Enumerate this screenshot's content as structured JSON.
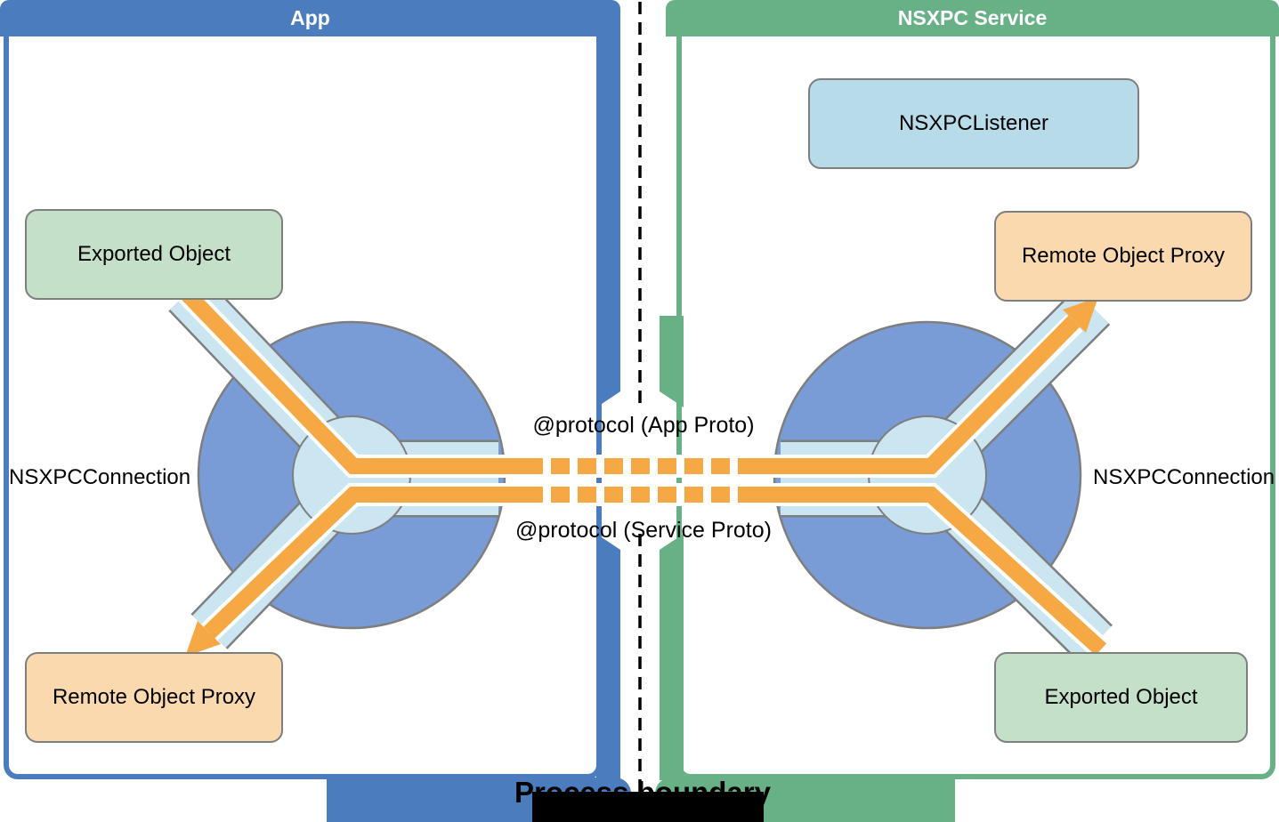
{
  "colors": {
    "app-blue": "#4A7CBE",
    "service-green": "#68B187",
    "circle-blue": "#7A9CD6",
    "channel-blue": "#CBE6F0",
    "orange": "#F5A843",
    "box-green": "#C4E0C9",
    "box-peach": "#FAD9AF",
    "box-blue": "#B7DBE9",
    "outline-gray": "#7E7E7E",
    "ink": "#000000"
  },
  "app": {
    "title": "App",
    "exported_object": "Exported Object",
    "remote_object_proxy": "Remote Object Proxy",
    "connection_label": "NSXPCConnection"
  },
  "service": {
    "title": "NSXPC Service",
    "listener": "NSXPCListener",
    "remote_object_proxy": "Remote Object Proxy",
    "exported_object": "Exported Object",
    "connection_label": "NSXPCConnection"
  },
  "link": {
    "protocol_app": "@protocol (App Proto)",
    "protocol_service": "@protocol (Service Proto)",
    "boundary_label": "Process boundary"
  }
}
